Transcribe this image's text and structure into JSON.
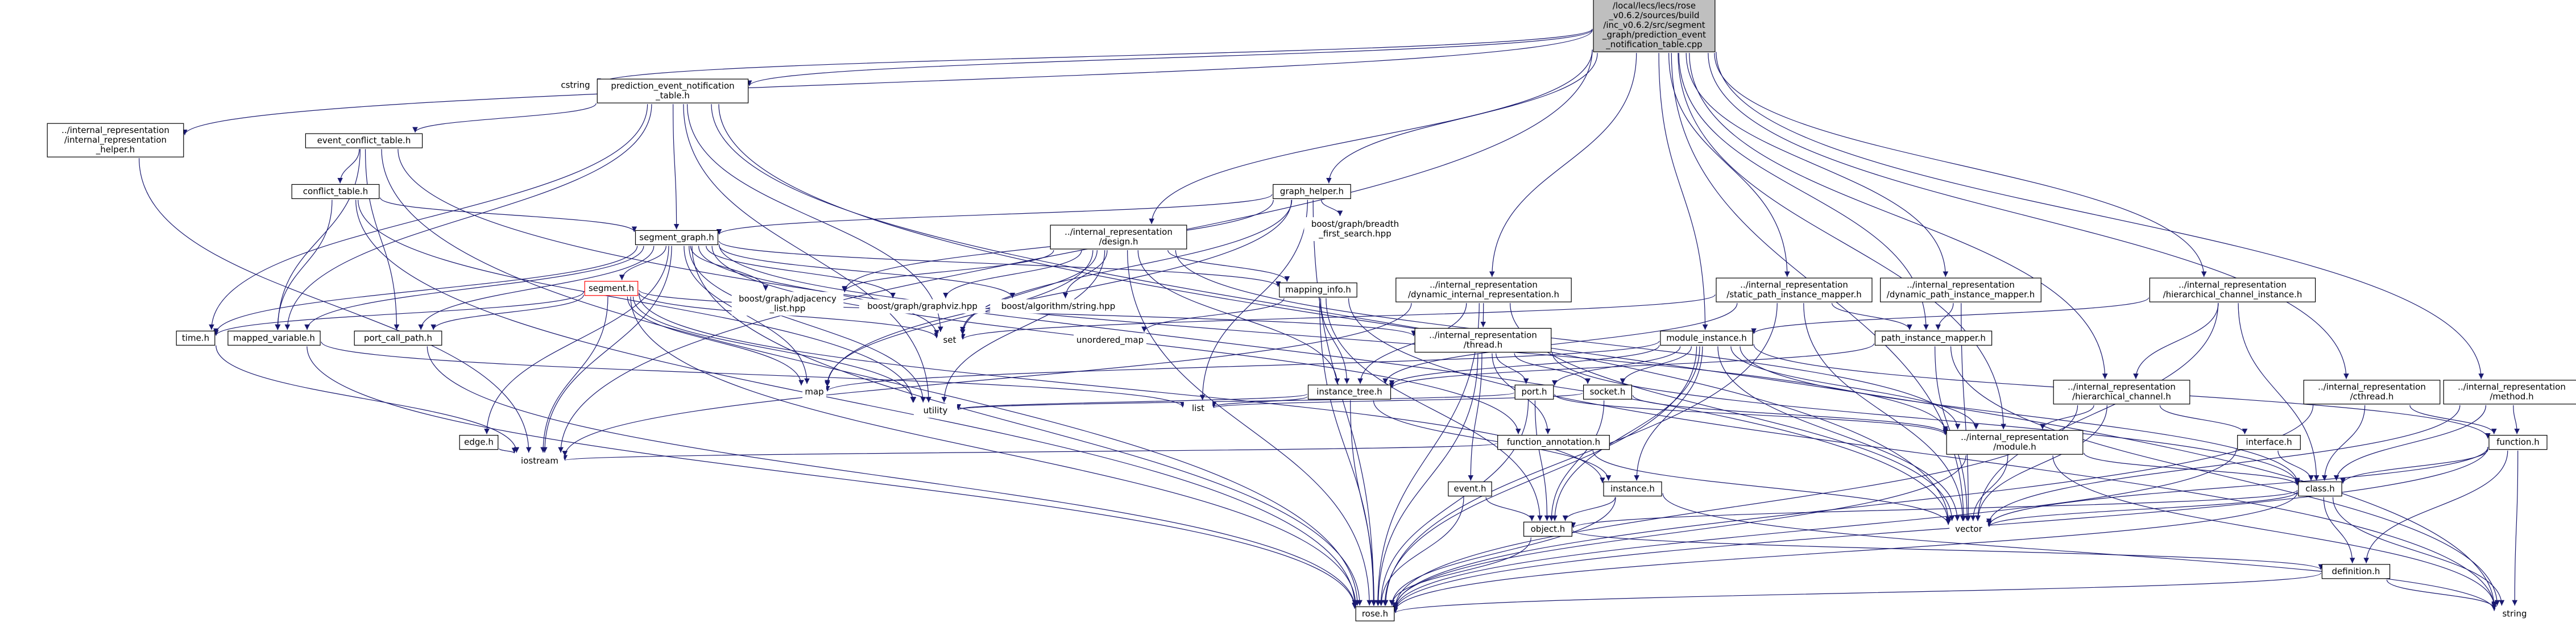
{
  "colors": {
    "edge": "#191970",
    "node_border": "#000000",
    "node_fill": "#ffffff",
    "root_fill": "#bfbfbf",
    "red_border": "#ff0000",
    "text": "#000000"
  },
  "nodes": [
    {
      "id": "root",
      "label": "/local/lecs/lecs/rose\n_v0.6.2/sources/build\n/inc_v0.6.2/src/segment\n_graph/prediction_event\n_notification_table.cpp",
      "root": true
    },
    {
      "id": "cstring",
      "label": "cstring",
      "noborder": true
    },
    {
      "id": "pent",
      "label": "prediction_event_notification\n_table.h"
    },
    {
      "id": "irh",
      "label": "../internal_representation\n/internal_representation\n_helper.h"
    },
    {
      "id": "ect",
      "label": "event_conflict_table.h"
    },
    {
      "id": "ct",
      "label": "conflict_table.h"
    },
    {
      "id": "gh",
      "label": "graph_helper.h"
    },
    {
      "id": "sg",
      "label": "segment_graph.h"
    },
    {
      "id": "bgbfs",
      "label": "boost/graph/breadth\n_first_search.hpp",
      "noborder": true
    },
    {
      "id": "design",
      "label": "../internal_representation\n/design.h"
    },
    {
      "id": "dirh",
      "label": "../internal_representation\n/dynamic_internal_representation.h"
    },
    {
      "id": "spim",
      "label": "../internal_representation\n/static_path_instance_mapper.h"
    },
    {
      "id": "dpim",
      "label": "../internal_representation\n/dynamic_path_instance_mapper.h"
    },
    {
      "id": "hci",
      "label": "../internal_representation\n/hierarchical_channel_instance.h"
    },
    {
      "id": "segment",
      "label": "segment.h",
      "red": true
    },
    {
      "id": "bgadj",
      "label": "boost/graph/adjacency\n_list.hpp",
      "noborder": true
    },
    {
      "id": "bggv",
      "label": "boost/graph/graphviz.hpp",
      "noborder": true
    },
    {
      "id": "bastr",
      "label": "boost/algorithm/string.hpp",
      "noborder": true
    },
    {
      "id": "mapinfo",
      "label": "mapping_info.h"
    },
    {
      "id": "time",
      "label": "time.h"
    },
    {
      "id": "mv",
      "label": "mapped_variable.h"
    },
    {
      "id": "pcp",
      "label": "port_call_path.h"
    },
    {
      "id": "set",
      "label": "set",
      "noborder": true
    },
    {
      "id": "umap",
      "label": "unordered_map",
      "noborder": true
    },
    {
      "id": "thread",
      "label": "../internal_representation\n/thread.h"
    },
    {
      "id": "mi",
      "label": "module_instance.h"
    },
    {
      "id": "pim",
      "label": "path_instance_mapper.h"
    },
    {
      "id": "map",
      "label": "map",
      "noborder": true
    },
    {
      "id": "itree",
      "label": "instance_tree.h"
    },
    {
      "id": "port",
      "label": "port.h"
    },
    {
      "id": "socket",
      "label": "socket.h"
    },
    {
      "id": "hch",
      "label": "../internal_representation\n/hierarchical_channel.h"
    },
    {
      "id": "cthread",
      "label": "../internal_representation\n/cthread.h"
    },
    {
      "id": "method",
      "label": "../internal_representation\n/method.h"
    },
    {
      "id": "list",
      "label": "list",
      "noborder": true
    },
    {
      "id": "utility",
      "label": "utility",
      "noborder": true
    },
    {
      "id": "edge",
      "label": "edge.h"
    },
    {
      "id": "fa",
      "label": "function_annotation.h"
    },
    {
      "id": "module",
      "label": "../internal_representation\n/module.h"
    },
    {
      "id": "interface",
      "label": "interface.h"
    },
    {
      "id": "function",
      "label": "function.h"
    },
    {
      "id": "iostream",
      "label": "iostream",
      "noborder": true
    },
    {
      "id": "event",
      "label": "event.h"
    },
    {
      "id": "instance",
      "label": "instance.h"
    },
    {
      "id": "class",
      "label": "class.h"
    },
    {
      "id": "object",
      "label": "object.h"
    },
    {
      "id": "vector",
      "label": "vector",
      "noborder": true
    },
    {
      "id": "definition",
      "label": "definition.h"
    },
    {
      "id": "rose",
      "label": "rose.h"
    },
    {
      "id": "string",
      "label": "string",
      "noborder": true
    }
  ],
  "edges": [
    [
      "root",
      "cstring"
    ],
    [
      "root",
      "pent"
    ],
    [
      "root",
      "irh"
    ],
    [
      "root",
      "gh"
    ],
    [
      "root",
      "design"
    ],
    [
      "root",
      "dirh"
    ],
    [
      "root",
      "spim"
    ],
    [
      "root",
      "dpim"
    ],
    [
      "root",
      "hci"
    ],
    [
      "root",
      "mi"
    ],
    [
      "root",
      "module"
    ],
    [
      "root",
      "hch"
    ],
    [
      "root",
      "cthread"
    ],
    [
      "root",
      "method"
    ],
    [
      "root",
      "vector"
    ],
    [
      "root",
      "iostream"
    ],
    [
      "root",
      "pim"
    ],
    [
      "pent",
      "ect"
    ],
    [
      "pent",
      "sg"
    ],
    [
      "pent",
      "time"
    ],
    [
      "pent",
      "mv"
    ],
    [
      "pent",
      "utility"
    ],
    [
      "pent",
      "set"
    ],
    [
      "pent",
      "string"
    ],
    [
      "pent",
      "vector"
    ],
    [
      "irh",
      "iostream"
    ],
    [
      "ect",
      "ct"
    ],
    [
      "ect",
      "mv"
    ],
    [
      "ect",
      "pcp"
    ],
    [
      "ect",
      "vector"
    ],
    [
      "ect",
      "rose"
    ],
    [
      "ct",
      "sg"
    ],
    [
      "ct",
      "mv"
    ],
    [
      "ct",
      "utility"
    ],
    [
      "ct",
      "rose"
    ],
    [
      "gh",
      "sg"
    ],
    [
      "gh",
      "bgbfs"
    ],
    [
      "gh",
      "bgadj"
    ],
    [
      "gh",
      "set"
    ],
    [
      "gh",
      "map"
    ],
    [
      "gh",
      "list"
    ],
    [
      "gh",
      "rose"
    ],
    [
      "sg",
      "segment"
    ],
    [
      "sg",
      "bgadj"
    ],
    [
      "sg",
      "bggv"
    ],
    [
      "sg",
      "bastr"
    ],
    [
      "sg",
      "mapinfo"
    ],
    [
      "sg",
      "time"
    ],
    [
      "sg",
      "mv"
    ],
    [
      "sg",
      "pcp"
    ],
    [
      "sg",
      "edge"
    ],
    [
      "sg",
      "fa"
    ],
    [
      "sg",
      "set"
    ],
    [
      "sg",
      "map"
    ],
    [
      "sg",
      "utility"
    ],
    [
      "sg",
      "iostream"
    ],
    [
      "sg",
      "rose"
    ],
    [
      "sg",
      "module"
    ],
    [
      "design",
      "bgadj"
    ],
    [
      "design",
      "bggv"
    ],
    [
      "design",
      "bastr"
    ],
    [
      "design",
      "mapinfo"
    ],
    [
      "design",
      "set"
    ],
    [
      "design",
      "map"
    ],
    [
      "design",
      "utility"
    ],
    [
      "design",
      "rose"
    ],
    [
      "design",
      "itree"
    ],
    [
      "design",
      "module"
    ],
    [
      "dirh",
      "thread"
    ],
    [
      "dirh",
      "itree"
    ],
    [
      "dirh",
      "iostream"
    ],
    [
      "dirh",
      "vector"
    ],
    [
      "dirh",
      "rose"
    ],
    [
      "spim",
      "pim"
    ],
    [
      "spim",
      "itree"
    ],
    [
      "spim",
      "vector"
    ],
    [
      "spim",
      "rose"
    ],
    [
      "spim",
      "set"
    ],
    [
      "dpim",
      "pim"
    ],
    [
      "dpim",
      "vector"
    ],
    [
      "hci",
      "hch"
    ],
    [
      "hci",
      "mi"
    ],
    [
      "hci",
      "class"
    ],
    [
      "hci",
      "vector"
    ],
    [
      "segment",
      "time"
    ],
    [
      "segment",
      "pcp"
    ],
    [
      "segment",
      "set"
    ],
    [
      "segment",
      "map"
    ],
    [
      "segment",
      "utility"
    ],
    [
      "segment",
      "iostream"
    ],
    [
      "segment",
      "rose"
    ],
    [
      "segment",
      "thread"
    ],
    [
      "segment",
      "instance"
    ],
    [
      "mapinfo",
      "umap"
    ],
    [
      "mapinfo",
      "itree"
    ],
    [
      "mapinfo",
      "object"
    ],
    [
      "mapinfo",
      "string"
    ],
    [
      "mapinfo",
      "rose"
    ],
    [
      "time",
      "iostream"
    ],
    [
      "mv",
      "rose"
    ],
    [
      "mv",
      "list"
    ],
    [
      "pcp",
      "rose"
    ],
    [
      "thread",
      "port"
    ],
    [
      "thread",
      "event"
    ],
    [
      "thread",
      "fa"
    ],
    [
      "thread",
      "socket"
    ],
    [
      "thread",
      "rose"
    ],
    [
      "thread",
      "class"
    ],
    [
      "mi",
      "itree"
    ],
    [
      "mi",
      "port"
    ],
    [
      "mi",
      "socket"
    ],
    [
      "mi",
      "module"
    ],
    [
      "mi",
      "instance"
    ],
    [
      "mi",
      "map"
    ],
    [
      "mi",
      "vector"
    ],
    [
      "mi",
      "rose"
    ],
    [
      "mi",
      "class"
    ],
    [
      "mi",
      "function"
    ],
    [
      "mi",
      "object"
    ],
    [
      "pim",
      "itree"
    ],
    [
      "pim",
      "vector"
    ],
    [
      "pim",
      "string"
    ],
    [
      "itree",
      "list"
    ],
    [
      "itree",
      "utility"
    ],
    [
      "itree",
      "rose"
    ],
    [
      "itree",
      "instance"
    ],
    [
      "port",
      "object"
    ],
    [
      "port",
      "utility"
    ],
    [
      "port",
      "rose"
    ],
    [
      "port",
      "module"
    ],
    [
      "socket",
      "object"
    ],
    [
      "socket",
      "module"
    ],
    [
      "socket",
      "list"
    ],
    [
      "hch",
      "module"
    ],
    [
      "hch",
      "interface"
    ],
    [
      "hch",
      "vector"
    ],
    [
      "hch",
      "rose"
    ],
    [
      "cthread",
      "function"
    ],
    [
      "cthread",
      "class"
    ],
    [
      "cthread",
      "rose"
    ],
    [
      "method",
      "function"
    ],
    [
      "method",
      "class"
    ],
    [
      "method",
      "vector"
    ],
    [
      "edge",
      "iostream"
    ],
    [
      "fa",
      "iostream"
    ],
    [
      "fa",
      "vector"
    ],
    [
      "module",
      "class"
    ],
    [
      "module",
      "vector"
    ],
    [
      "module",
      "rose"
    ],
    [
      "module",
      "string"
    ],
    [
      "interface",
      "class"
    ],
    [
      "interface",
      "rose"
    ],
    [
      "function",
      "class"
    ],
    [
      "function",
      "definition"
    ],
    [
      "function",
      "vector"
    ],
    [
      "function",
      "rose"
    ],
    [
      "function",
      "string"
    ],
    [
      "event",
      "object"
    ],
    [
      "event",
      "rose"
    ],
    [
      "instance",
      "object"
    ],
    [
      "instance",
      "rose"
    ],
    [
      "instance",
      "string"
    ],
    [
      "class",
      "object"
    ],
    [
      "class",
      "vector"
    ],
    [
      "class",
      "definition"
    ],
    [
      "class",
      "rose"
    ],
    [
      "class",
      "string"
    ],
    [
      "object",
      "definition"
    ],
    [
      "object",
      "rose"
    ],
    [
      "definition",
      "rose"
    ],
    [
      "definition",
      "string"
    ]
  ]
}
